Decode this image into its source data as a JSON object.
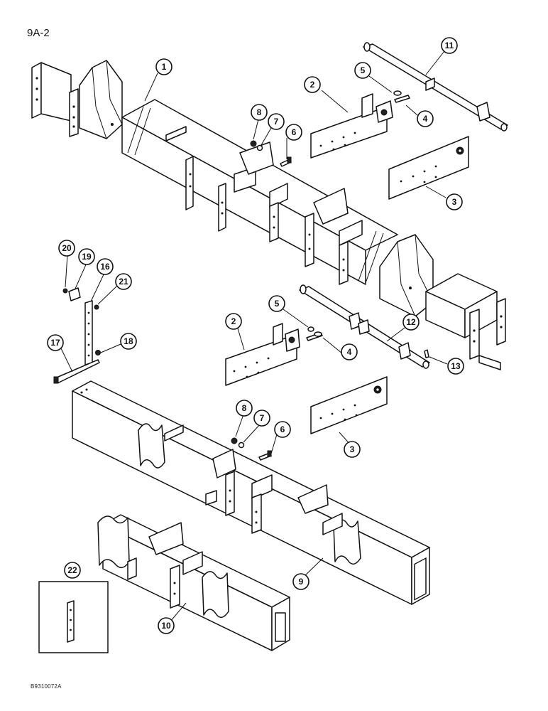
{
  "page_label": "9A-2",
  "figure_code": "B9310072A",
  "callouts": [
    {
      "label": "1"
    },
    {
      "label": "2"
    },
    {
      "label": "3"
    },
    {
      "label": "4"
    },
    {
      "label": "5"
    },
    {
      "label": "6"
    },
    {
      "label": "7"
    },
    {
      "label": "8"
    },
    {
      "label": "11"
    },
    {
      "label": "20"
    },
    {
      "label": "19"
    },
    {
      "label": "16"
    },
    {
      "label": "21"
    },
    {
      "label": "17"
    },
    {
      "label": "18"
    },
    {
      "label": "2"
    },
    {
      "label": "5"
    },
    {
      "label": "4"
    },
    {
      "label": "12"
    },
    {
      "label": "13"
    },
    {
      "label": "3"
    },
    {
      "label": "8"
    },
    {
      "label": "7"
    },
    {
      "label": "6"
    },
    {
      "label": "9"
    },
    {
      "label": "10"
    },
    {
      "label": "22"
    }
  ]
}
